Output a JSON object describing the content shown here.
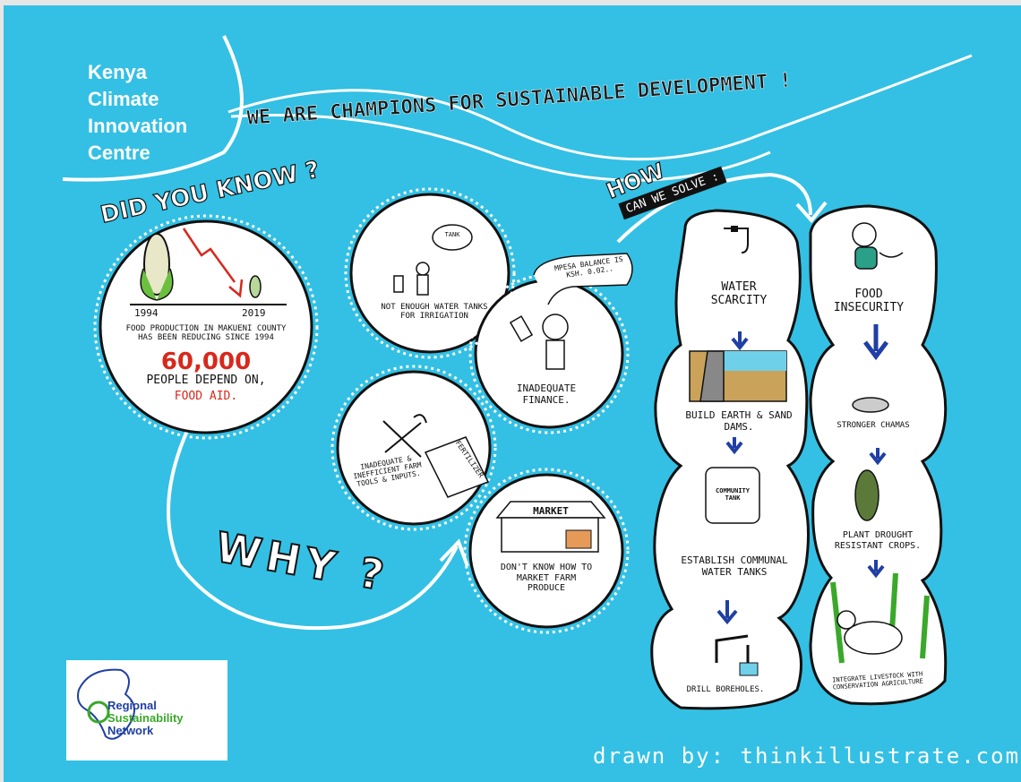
{
  "org": {
    "name": "Kenya\nClimate\nInnovation\nCentre"
  },
  "banner": {
    "title": "WE ARE CHAMPIONS FOR SUSTAINABLE DEVELOPMENT !"
  },
  "did_you_know": {
    "heading": "DID YOU KNOW ?",
    "year_start": "1994",
    "year_end": "2019",
    "fact": "FOOD PRODUCTION IN MAKUENI COUNTY HAS BEEN REDUCING SINCE 1994",
    "number": "60,000",
    "people": "PEOPLE DEPEND ON,",
    "aid": "FOOD AID."
  },
  "why": {
    "heading": "WHY ?",
    "causes": [
      {
        "label": "NOT ENOUGH WATER TANKS FOR IRRIGATION",
        "thought": "TANK"
      },
      {
        "label": "INADEQUATE FINANCE.",
        "bubble": "MPESA BALANCE IS KSH. 0.02.."
      },
      {
        "label": "INADEQUATE & INEFFICIENT FARM TOOLS & INPUTS.",
        "bag": "FERTILIZER"
      },
      {
        "label": "DON'T KNOW HOW TO MARKET FARM PRODUCE",
        "sign": "MARKET"
      }
    ]
  },
  "how": {
    "heading": "HOW",
    "subheading": "CAN WE SOLVE :",
    "water": {
      "problem": "WATER SCARCITY",
      "steps": [
        "BUILD EARTH & SAND DAMS.",
        "ESTABLISH COMMUNAL WATER TANKS",
        "DRILL BOREHOLES."
      ],
      "tank_label": "COMMUNITY TANK"
    },
    "food": {
      "problem": "FOOD INSECURITY",
      "steps": [
        "STRONGER CHAMAS",
        "PLANT DROUGHT RESISTANT CROPS.",
        "INTEGRATE LIVESTOCK WITH CONSERVATION AGRICULTURE"
      ]
    }
  },
  "partner": {
    "name_line1": "Regional",
    "name_line2": "Sustainability",
    "name_line3": "Network"
  },
  "credit": "drawn by: thinkillustrate.com",
  "colors": {
    "background": "#33c0e4",
    "accent_red": "#d8281c",
    "arrow_blue": "#1f3fa4",
    "green": "#3aa82a"
  }
}
